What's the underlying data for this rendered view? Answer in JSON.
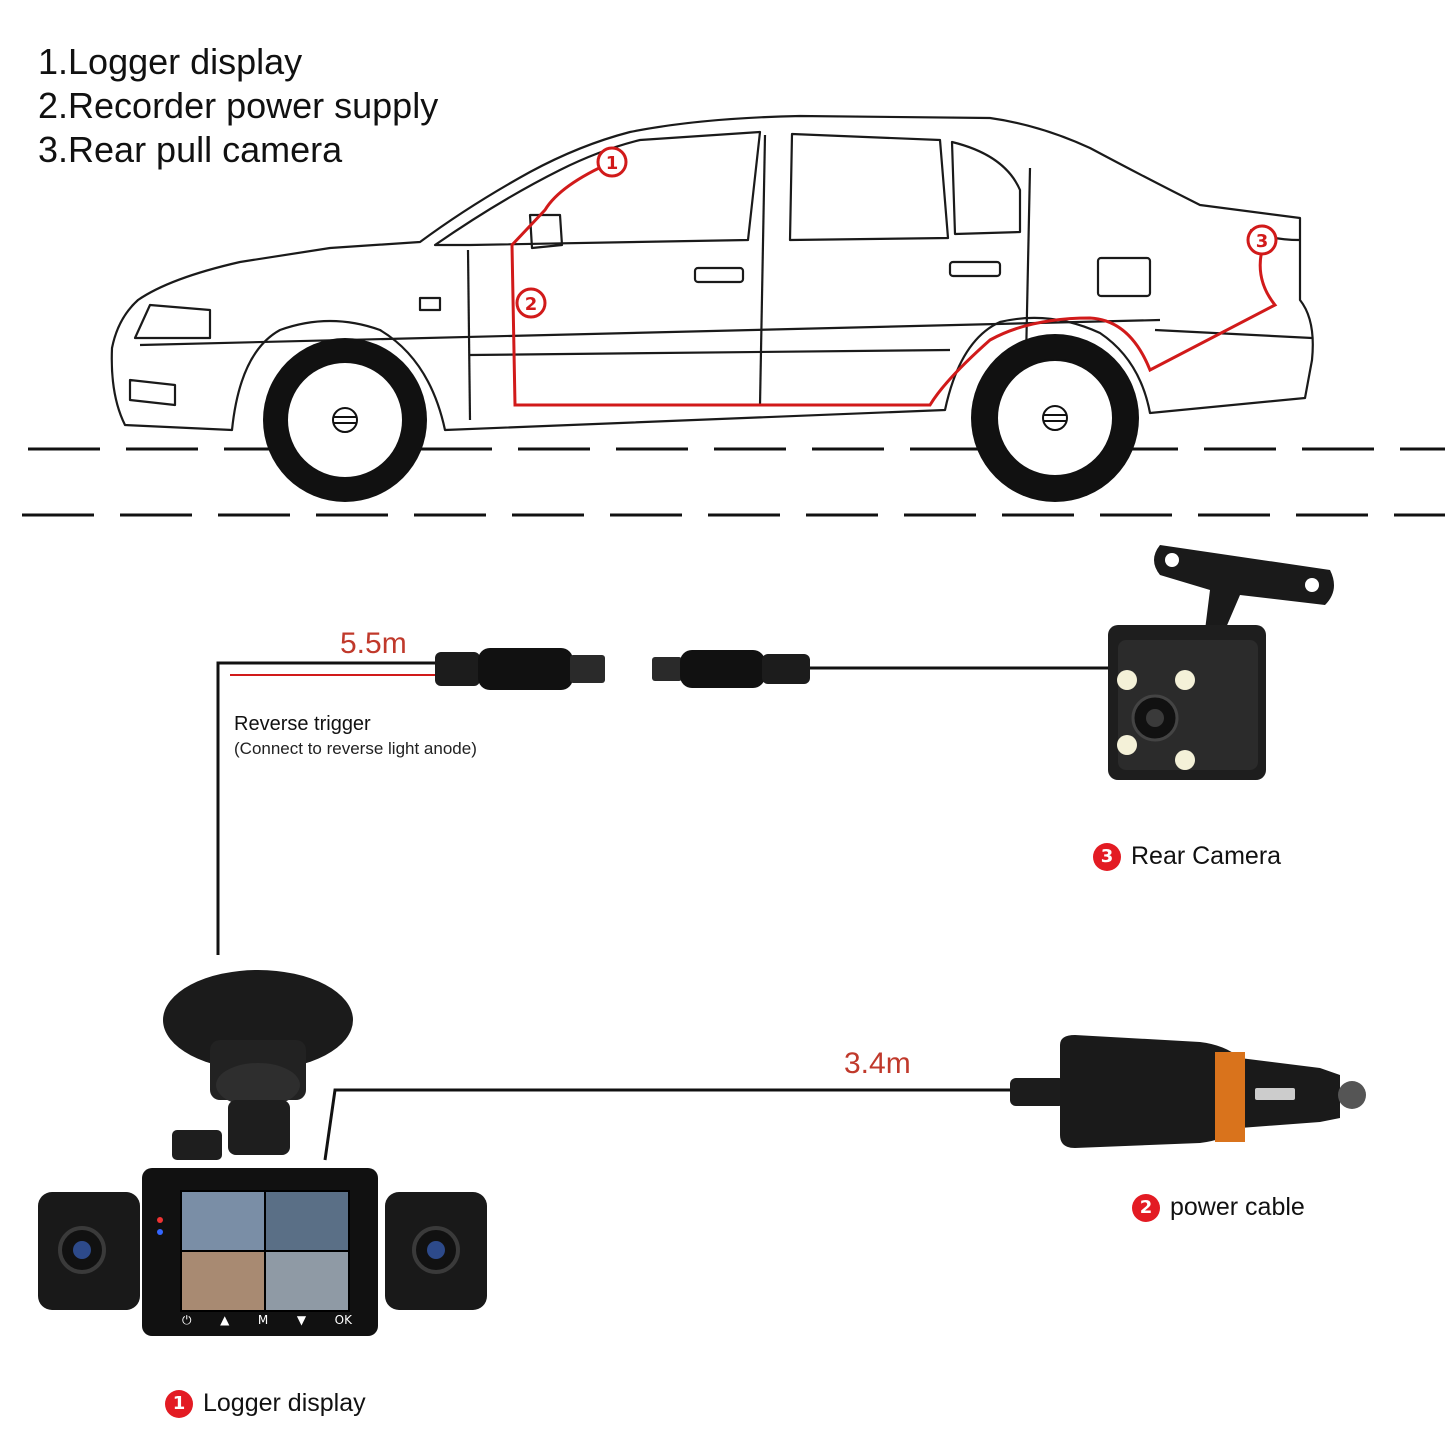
{
  "legend": {
    "item1": "1.Logger display",
    "item2": "2.Recorder power supply",
    "item3": "3.Rear pull camera"
  },
  "car_markers": [
    "1",
    "2",
    "3"
  ],
  "cables": {
    "rear_length": "5.5m",
    "power_length": "3.4m"
  },
  "reverse_trigger": {
    "title": "Reverse trigger",
    "note": "(Connect to reverse light anode)"
  },
  "captions": {
    "rear_camera": {
      "num": "3",
      "label": "Rear Camera"
    },
    "power_cable": {
      "num": "2",
      "label": "power cable"
    },
    "logger_display": {
      "num": "1",
      "label": "Logger display"
    }
  },
  "dashcam": {
    "buttons": [
      "⏻",
      "▲",
      "M",
      "▼",
      "OK"
    ]
  },
  "colors": {
    "route": "#d11a1a",
    "badge": "#e31b23",
    "dimension": "#c0392b",
    "outline": "#1a1a1a"
  }
}
